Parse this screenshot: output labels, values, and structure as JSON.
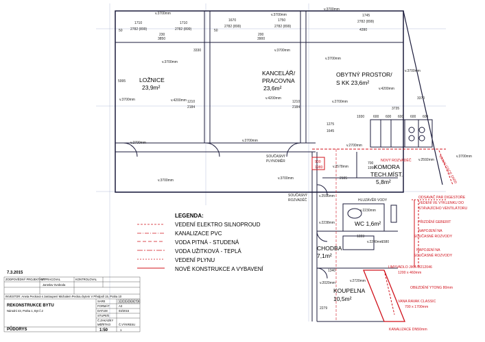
{
  "rooms": {
    "loznice": {
      "name": "LOŽNICE",
      "area": "23,9m²"
    },
    "kancelar": {
      "name1": "KANCELÁŘ/",
      "name2": "PRACOVNA",
      "area": "23,6m²"
    },
    "obytny": {
      "name1": "OBYTNÝ PROSTOR/",
      "name2": "S KK 23,6m²"
    },
    "komora": {
      "name1": "KOMORA",
      "name2": "TECH.MÍST.",
      "area": "5,8m²"
    },
    "wc": {
      "name": "WC 1,6m²"
    },
    "chodba": {
      "name": "CHODBA",
      "area": "7,1m²"
    },
    "koupelna": {
      "name": "KOUPELNA",
      "area": "10,5m²"
    }
  },
  "dimensions": {
    "top_1710a": "1710",
    "top_1710b": "1710",
    "top_2782a": "2782 (899)",
    "top_2782b": "2782 (899)",
    "top_1670": "1670",
    "top_1750": "1750",
    "top_2782c": "2782 (899)",
    "top_2782d": "2782 (899)",
    "top_1745": "1745",
    "top_2782e": "2782 (899)",
    "top_4390": "4390",
    "d50a": "50",
    "d50b": "50",
    "d230": "230",
    "d3850": "3850",
    "d200": "200",
    "d3900": "3900",
    "d3330": "3330",
    "d5995": "5995",
    "d1210a": "1210",
    "d2184a": "2184",
    "d1210b": "1210",
    "d2184b": "2184",
    "d3735": "3735",
    "d3370": "3370",
    "d1275": "1275",
    "d1645": "1645",
    "d1930": "1930",
    "d600a": "600",
    "d600b": "600",
    "d600c": "600",
    "d600d": "600",
    "d600e": "600",
    "d900": "900",
    "d1980": "1980",
    "d700": "700",
    "d1950": "1950",
    "d2105": "2105",
    "d1340": "1340",
    "d1223": "1223",
    "d1580": "1580",
    "d2279": "2279"
  },
  "heights": {
    "v3700_a": "v.3700mm",
    "v3700_b": "v.3700mm",
    "v3700_c": "v.3700mm",
    "v3700_d": "v.3700mm",
    "v3700_e": "v.3700mm",
    "v3700_f": "v.3700mm",
    "v3700_g": "v.3700mm",
    "v3700_h": "v.3700mm",
    "v3700_i": "v.3700mm",
    "v3700_j": "v.3700mm",
    "v3700_k": "v.3700mm",
    "v4200_a": "v.4200mm",
    "v4200_b": "v.4200mm",
    "v4200_c": "v.4200mm",
    "v2700_a": "v.2700mm",
    "v2700_b": "v.2700mm",
    "v2700_c": "v.2700mm",
    "v2700_d": "v.2700mm",
    "v2578": "v.2578mm",
    "v2596": "v.2596mm",
    "v2592": "v.2592mm",
    "v2230": "v.2230mm",
    "v2238": "v.2238mm",
    "v2240": "v.2240mm",
    "v2020": "v.2020mm",
    "v2720": "v.2720mm"
  },
  "notes": {
    "soucasny_plynomer1": "SOUČASNÝ",
    "soucasny_plynomer2": "PLYNOMĚR",
    "soucasny_rozvadec1": "SOUČASNÝ",
    "soucasny_rozvadec2": "ROZVADĚČ",
    "hluzaver": "HLUZÁVĚR VODY",
    "novy_rozvadec": "NOVÝ ROZVADĚČ",
    "kanalizace_dn50_top": "KANALIZACE DN50",
    "odsavac1": "ODSAVAČ PAR DIGESTOŘE",
    "odsavac2": "VEDENÍ VE VÝKLENKU DO",
    "odsavac3": "STÁVAJÍCÍHO VENTILÁTORU",
    "prizdeni": "PŘIZDĚNÍ GEBERIT",
    "napojeni1a": "NAPOJENÍ NA",
    "napojeni1b": "SOUČASNÉ ROZVODY",
    "napojeni2a": "NAPOJENÍ NA",
    "napojeni2b": "SOUČASNÉ ROZVODY",
    "umyvadlo1": "UMYVADLO JIKA M212046",
    "umyvadlo2": "1200 x 460mm",
    "obezdeni": "OBEZDĚNÍ YTONG 80mm",
    "vana1": "VANA RAVAK CLASSIC",
    "vana2": "700 x 1700mm",
    "kanalizace_dn50_bottom": "KANALIZACE DN50mm"
  },
  "legend": {
    "title": "LEGENDA:",
    "items": [
      {
        "label": "VEDENÍ ELEKTRO SILNOPROUD",
        "color": "#d0101a"
      },
      {
        "label": "KANALIZACE PVC",
        "color": "#d0101a"
      },
      {
        "label": "VODA PITNÁ - STUDENÁ",
        "color": "#d0101a"
      },
      {
        "label": "VODA UŽITKOVÁ - TEPLÁ",
        "color": "#d0101a"
      },
      {
        "label": "VEDENÍ PLYNU",
        "color": "#d0101a"
      },
      {
        "label": "NOVÉ KONSTRUKCE A VYBAVENÍ",
        "color": "#d0101a"
      }
    ]
  },
  "title_block": {
    "date": "7.3.2015",
    "h_zodpovedny": "ZODPOVĚDNÝ PROJEKTANT",
    "h_vypracoval": "VYPRACOVAL",
    "h_kontroloval": "KONTROLOVAL",
    "author": "Jaroslav Svoboda",
    "investor": "INVESTOR: Aneta Pecková s zastoupení Michalem Peckou bytem V Předpolí 15, Praha 10",
    "project": "REKONSTRUKCE BYTU",
    "address": "Národní 43, Praha 1, Byt č.2",
    "drawing": "PŮDORYS",
    "lbl_format": "FORMÁT",
    "val_format": "A3",
    "lbl_datum": "DATUM",
    "val_datum": "03/2015",
    "lbl_stupen": "STUPEŇ",
    "lbl_zakazky": "Č.ZAKÁZKY",
    "lbl_meritko": "MĚŘÍTKO",
    "val_meritko": "1:50",
    "lbl_cislo": "Č.VÝKRESU",
    "val_cislo": "1",
    "lbl_sare": "SARE",
    "sheet_nums": [
      "1",
      "2",
      "3",
      "4",
      "5",
      "6",
      "7",
      "8"
    ]
  }
}
